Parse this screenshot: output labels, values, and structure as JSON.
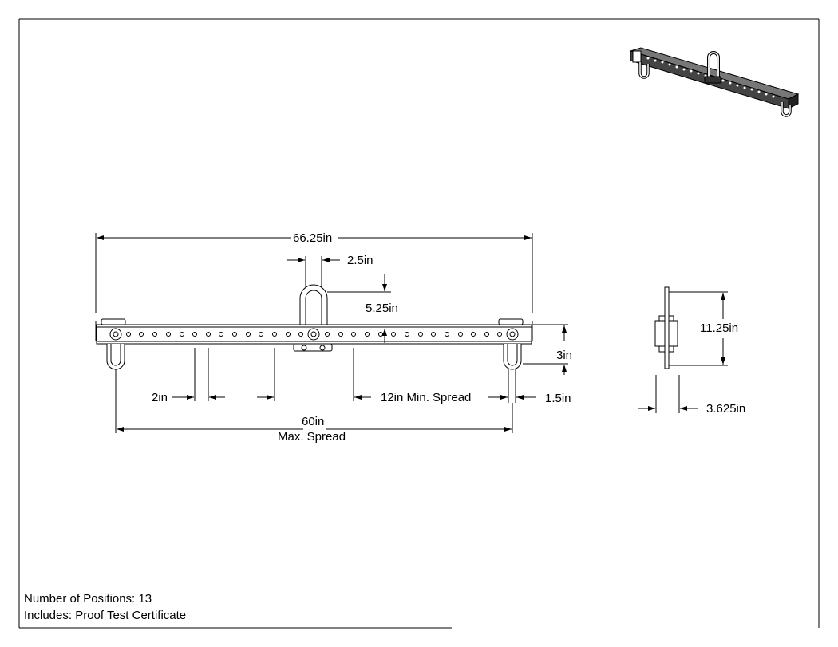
{
  "drawing": {
    "dimensions": {
      "overall_length": "66.25in",
      "shackle_width": "2.5in",
      "shackle_height": "5.25in",
      "beam_height": "3in",
      "hole_spacing": "2in",
      "min_spread": "12in Min. Spread",
      "end_offset": "1.5in",
      "max_spread_value": "60in",
      "max_spread_label": "Max. Spread",
      "side_height": "11.25in",
      "side_width": "3.625in"
    }
  },
  "notes": {
    "positions": "Number of Positions: 13",
    "includes": "Includes: Proof Test Certificate"
  }
}
